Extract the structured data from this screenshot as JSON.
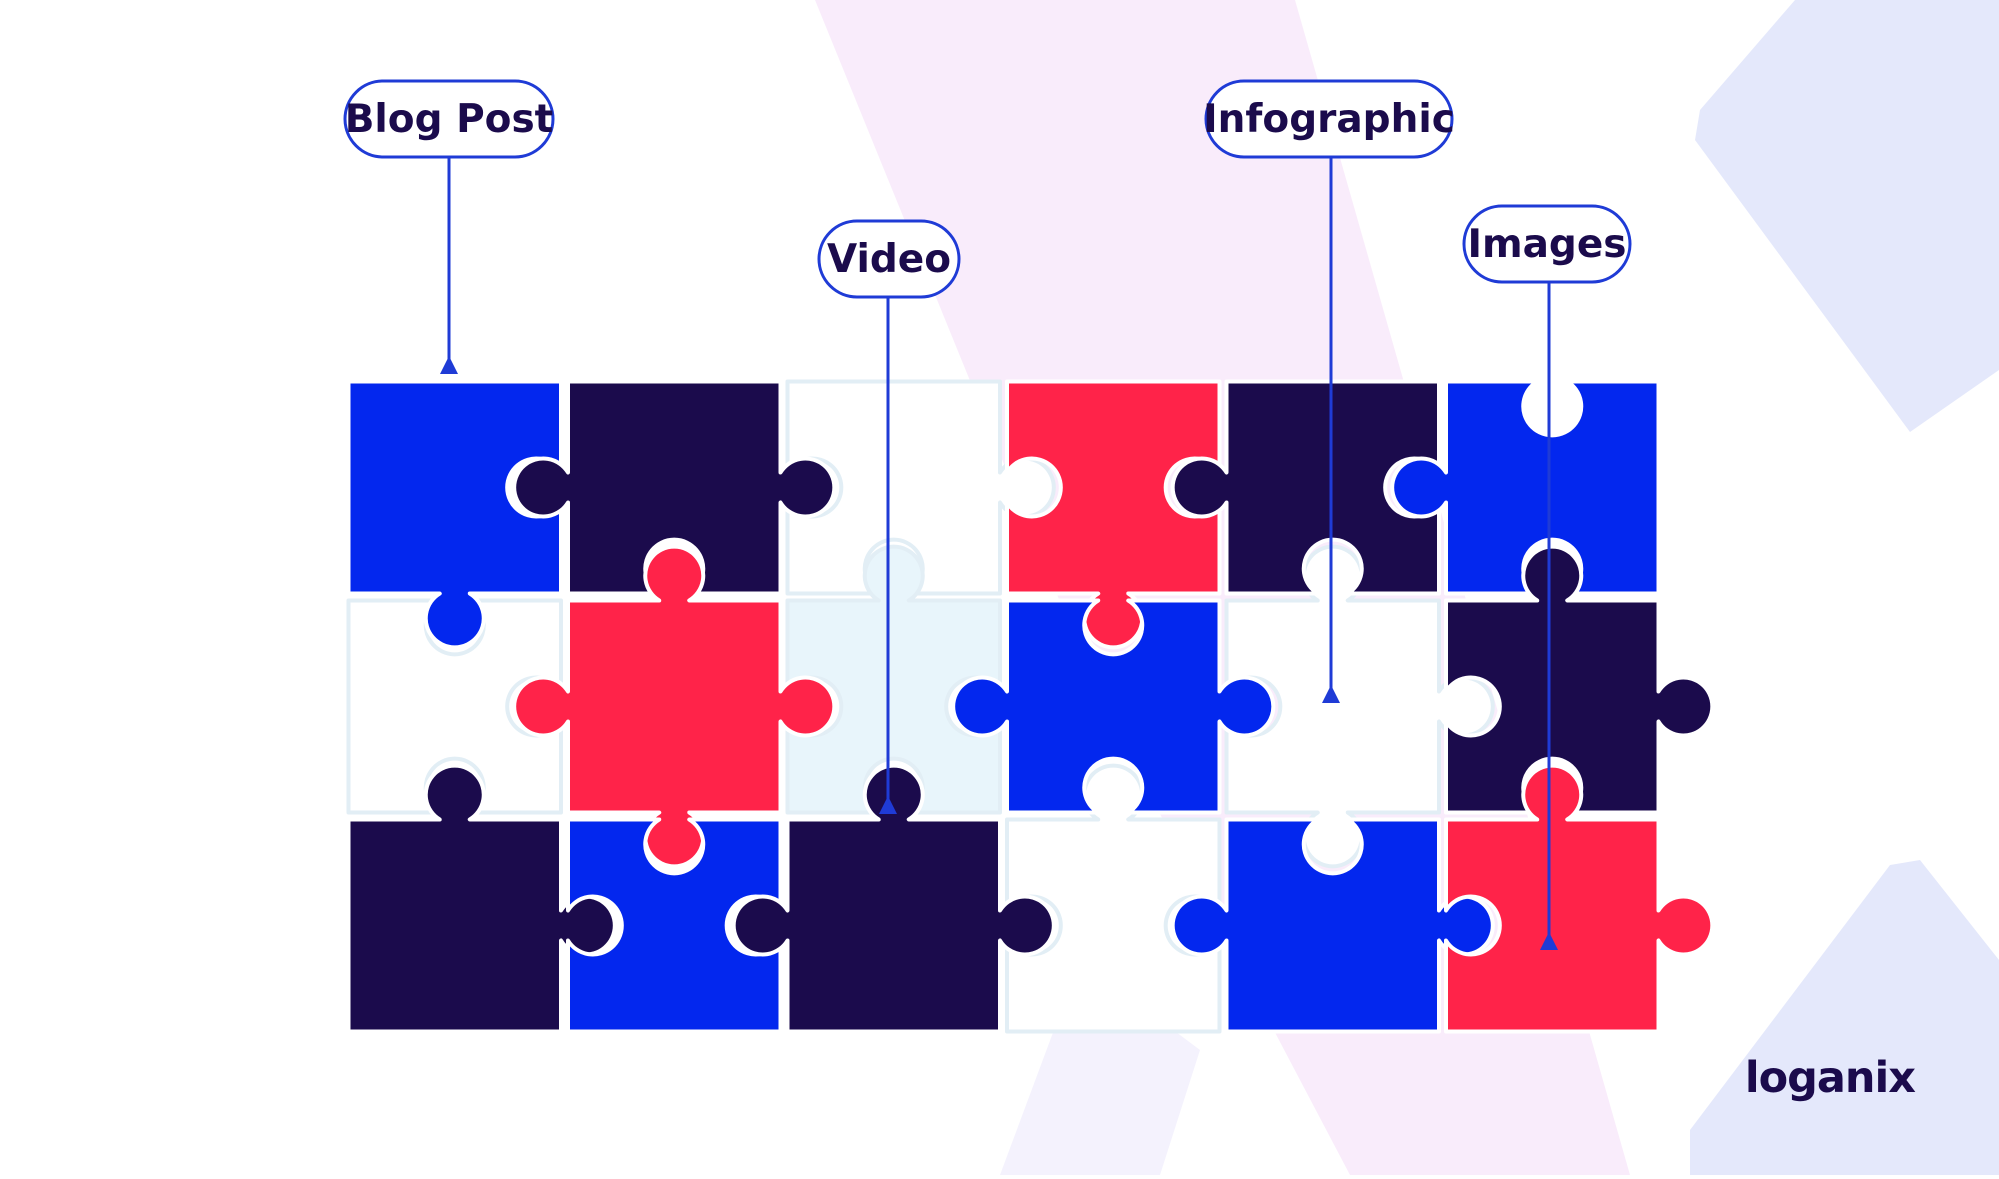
{
  "colors": {
    "blue": "#0327ee",
    "navy": "#1b0b4c",
    "red": "#ff2349",
    "white": "#ffffff",
    "light": "#e8f5fb",
    "outline": "#e2eef5",
    "accent_line": "#1f3bd6",
    "bg_shape_right": "#e4e8fb",
    "bg_shape_pink": "#f9ecfb"
  },
  "puzzle": {
    "rows": 3,
    "cols": 6,
    "tiles": [
      [
        "blue",
        "navy",
        "white",
        "red",
        "navy",
        "blue"
      ],
      [
        "white",
        "red",
        "light",
        "blue",
        "white",
        "navy"
      ],
      [
        "navy",
        "blue",
        "navy",
        "white",
        "blue",
        "red"
      ]
    ],
    "edges": {
      "h": [
        [
          -1,
          1,
          1,
          -1,
          -1
        ],
        [
          -1,
          1,
          -1,
          1,
          1
        ],
        [
          1,
          -1,
          1,
          -1,
          1
        ]
      ],
      "v": [
        [
          1,
          -1,
          -1,
          1,
          -1,
          -1
        ],
        [
          -1,
          1,
          -1,
          -1,
          1,
          -1
        ]
      ],
      "top": [
        0,
        0,
        0,
        0,
        0,
        1
      ],
      "right": [
        0,
        1,
        1
      ]
    }
  },
  "callouts": [
    {
      "key": "blog",
      "label": "Blog Post",
      "col": 0,
      "row": 0,
      "target": "top"
    },
    {
      "key": "video",
      "label": "Video",
      "col": 2,
      "row": 2,
      "target": "inner"
    },
    {
      "key": "infographic",
      "label": "Infographic",
      "col": 4,
      "row": 1,
      "target": "center"
    },
    {
      "key": "images",
      "label": "Images",
      "col": 5,
      "row": 2,
      "target": "center"
    }
  ],
  "brand": {
    "logo_text": "loganix"
  }
}
